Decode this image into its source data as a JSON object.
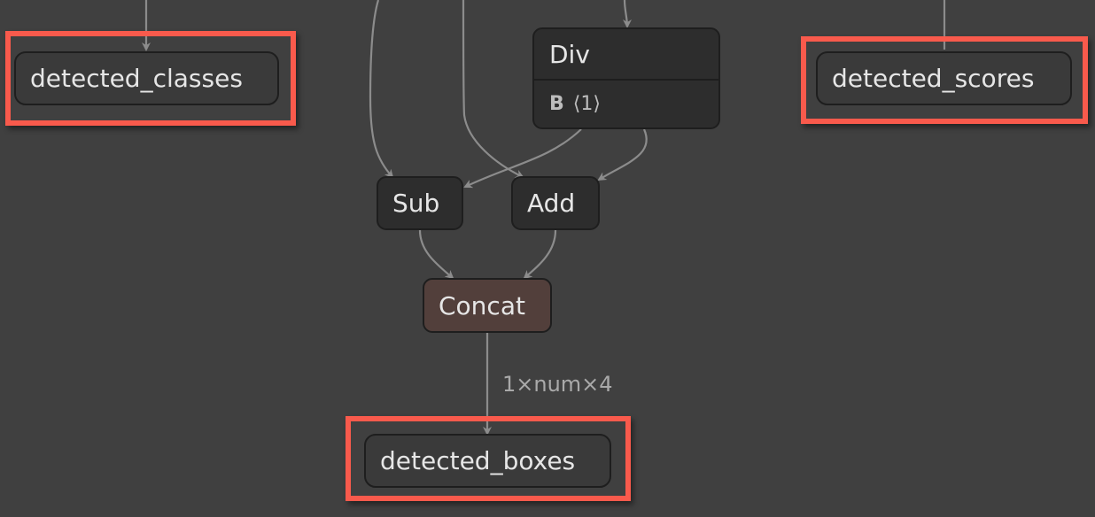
{
  "nodes": {
    "detected_classes": {
      "label": "detected_classes",
      "type": "output"
    },
    "detected_scores": {
      "label": "detected_scores",
      "type": "output"
    },
    "detected_boxes": {
      "label": "detected_boxes",
      "type": "output"
    },
    "div": {
      "label": "Div",
      "attribute_name": "B",
      "attribute_value": "⟨1⟩"
    },
    "sub": {
      "label": "Sub"
    },
    "add": {
      "label": "Add"
    },
    "concat": {
      "label": "Concat"
    }
  },
  "edges": [
    {
      "from": "(above)",
      "to": "detected_classes"
    },
    {
      "from": "(above)",
      "to": "detected_scores"
    },
    {
      "from": "(above)",
      "to": "div"
    },
    {
      "from": "(above)",
      "to": "sub"
    },
    {
      "from": "(above)",
      "to": "add"
    },
    {
      "from": "div",
      "to": "sub"
    },
    {
      "from": "div",
      "to": "add"
    },
    {
      "from": "sub",
      "to": "concat"
    },
    {
      "from": "add",
      "to": "concat"
    },
    {
      "from": "concat",
      "to": "detected_boxes",
      "label": "1×num×4"
    }
  ],
  "highlight_color": "#f95a4c",
  "edge_label_concat_boxes": "1×num×4"
}
